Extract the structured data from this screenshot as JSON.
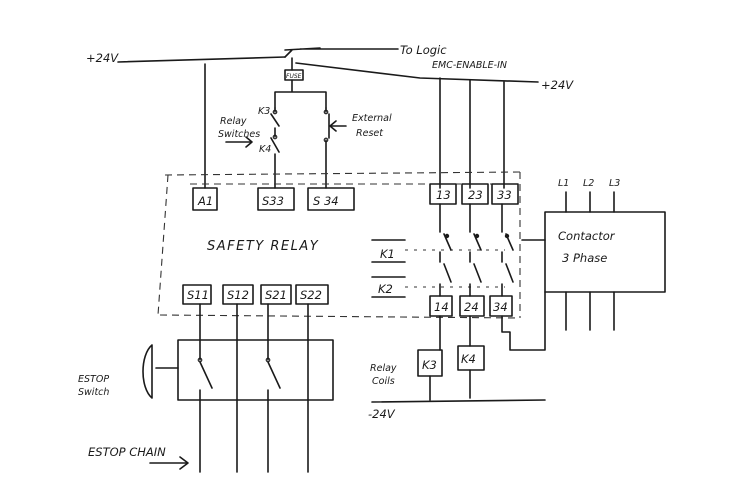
{
  "labels": {
    "supply_top": "+24V",
    "supply_right": "+24V",
    "to_logic_line1": "To Logic",
    "to_logic_line2": "EMC-ENABLE-IN",
    "fuse": "FUSE",
    "k3_contact": "K3",
    "k4_contact": "K4",
    "relay_switches_line1": "Relay",
    "relay_switches_line2": "Switches",
    "external_reset_line1": "External",
    "external_reset_line2": "Reset",
    "safety_relay": "SAFETY RELAY",
    "k1": "K1",
    "k2": "K2",
    "contactor_line1": "Contactor",
    "contactor_line2": "3 Phase",
    "relay_coils_line1": "Relay",
    "relay_coils_line2": "Coils",
    "estop_switch_line1": "ESTOP",
    "estop_switch_line2": "Switch",
    "estop_chain": "ESTOP CHAIN",
    "supply_bottom": "-24V"
  },
  "terminals": {
    "a1": "A1",
    "s33": "S33",
    "s34": "S 34",
    "t13": "13",
    "t23": "23",
    "t33": "33",
    "t14": "14",
    "t24": "24",
    "t34": "34",
    "s11": "S11",
    "s12": "S12",
    "s21": "S21",
    "s22": "S22"
  },
  "phases": [
    "L1",
    "L2",
    "L3"
  ],
  "coils": [
    "K3",
    "K4"
  ]
}
